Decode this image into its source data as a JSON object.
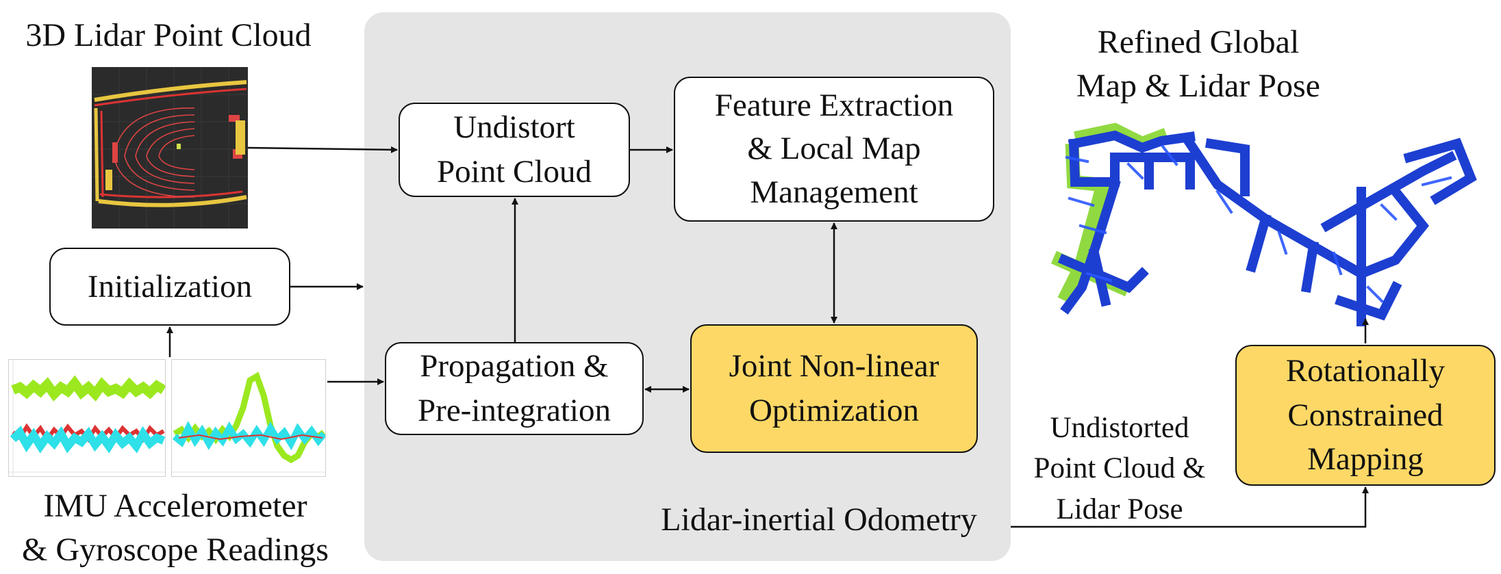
{
  "title_left": "3D Lidar Point Cloud",
  "imu_caption_line1": "IMU Accelerometer",
  "imu_caption_line2": "& Gyroscope Readings",
  "initialization": "Initialization",
  "undistort_line1": "Undistort",
  "undistort_line2": "Point Cloud",
  "feature_line1": "Feature Extraction",
  "feature_line2": "& Local Map",
  "feature_line3": "Management",
  "propagation_line1": "Propagation &",
  "propagation_line2": "Pre-integration",
  "joint_line1": "Joint Non-linear",
  "joint_line2": "Optimization",
  "lio_label": "Lidar-inertial Odometry",
  "undistorted_line1": "Undistorted",
  "undistorted_line2": "Point Cloud &",
  "undistorted_line3": "Lidar Pose",
  "rcm_line1": "Rotationally",
  "rcm_line2": "Constrained",
  "rcm_line3": "Mapping",
  "refined_line1": "Refined Global",
  "refined_line2": "Map & Lidar Pose",
  "colors": {
    "panel": "#e5e5e5",
    "highlight": "#fdd866",
    "border": "#111111"
  }
}
